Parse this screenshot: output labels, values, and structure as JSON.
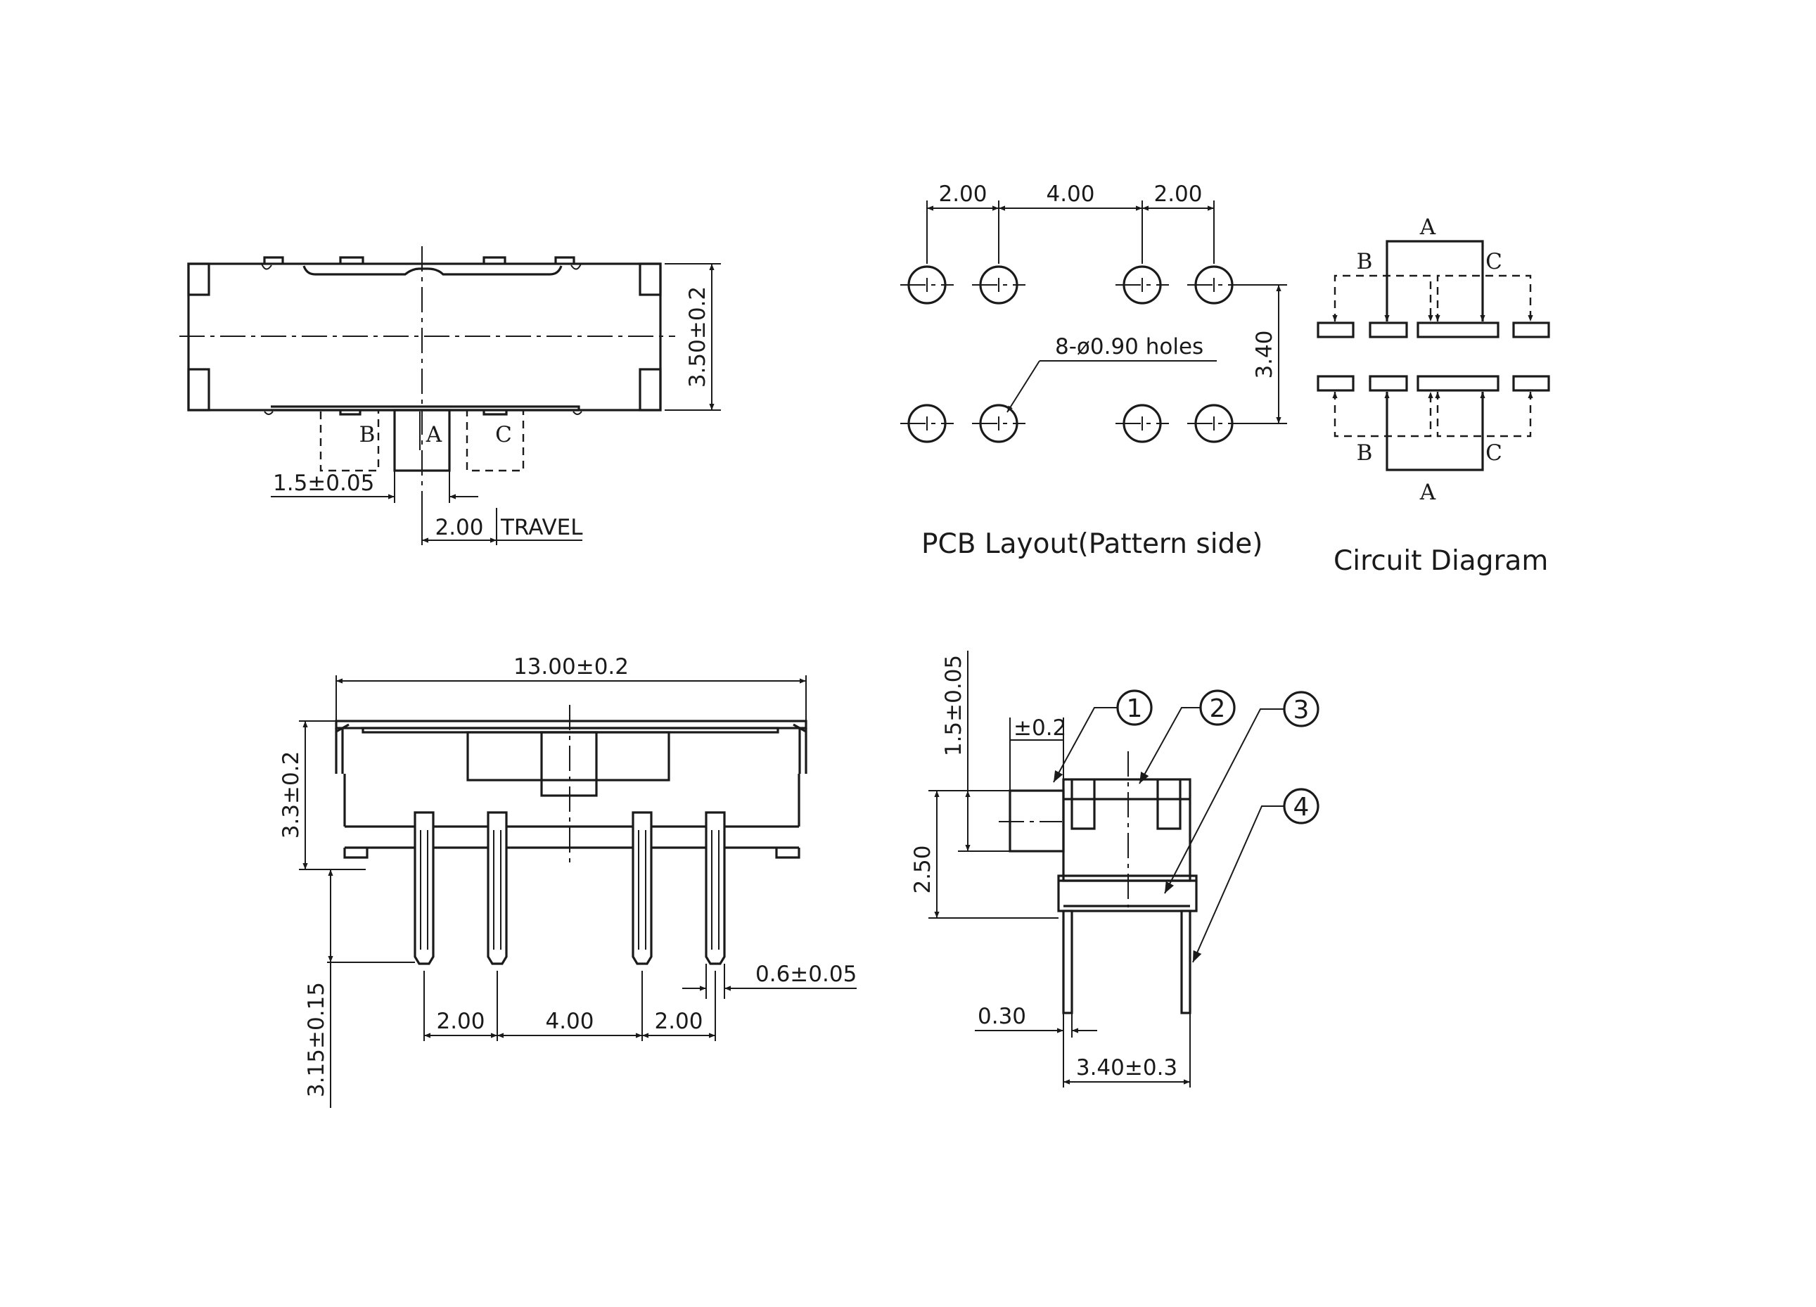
{
  "top_view": {
    "height_dim": "3.50±0.2",
    "pin_b": "B",
    "pin_a": "A",
    "pin_c": "C",
    "pin_width_dim": "1.5±0.05",
    "travel_value": "2.00",
    "travel_label": "TRAVEL"
  },
  "pcb_layout": {
    "dim_left": "2.00",
    "dim_middle": "4.00",
    "dim_right": "2.00",
    "dim_row_gap": "3.40",
    "holes_note": "8-ø0.90 holes",
    "caption": "PCB Layout(Pattern side)"
  },
  "circuit": {
    "top_a": "A",
    "top_b": "B",
    "top_c": "C",
    "bottom_b": "B",
    "bottom_c": "C",
    "bottom_a": "A",
    "caption": "Circuit Diagram"
  },
  "front_view": {
    "length_dim": "13.00±0.2",
    "height_dim": "3.3±0.2",
    "pin_length_dim": "3.15±0.15",
    "pitch_left": "2.00",
    "pitch_middle": "4.00",
    "pitch_right": "2.00",
    "pin_width_dim": "0.6±0.05"
  },
  "side_view": {
    "actuator_dim": "1.5±0.05",
    "actuator_tol": "±0.2",
    "height_dim": "2.50",
    "pin_thickness_dim": "0.30",
    "pin_span_dim": "3.40±0.3",
    "callout_1": "1",
    "callout_2": "2",
    "callout_3": "3",
    "callout_4": "4"
  }
}
